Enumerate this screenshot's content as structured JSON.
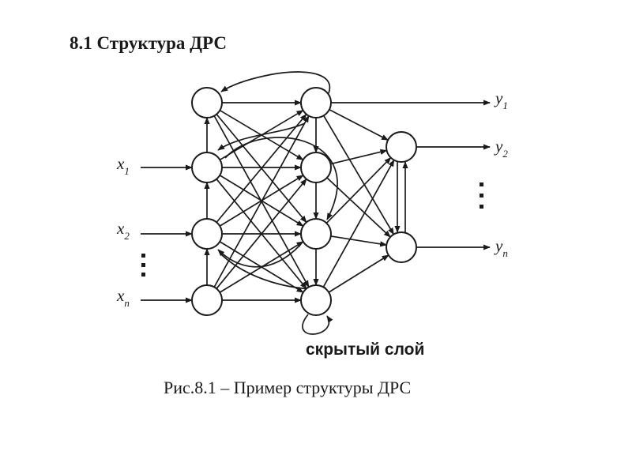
{
  "title": "8.1 Структура ДРС",
  "inputs": [
    {
      "base": "x",
      "sub": "1"
    },
    {
      "base": "x",
      "sub": "2"
    },
    {
      "base": "x",
      "sub": "n"
    }
  ],
  "outputs": [
    {
      "base": "y",
      "sub": "1"
    },
    {
      "base": "y",
      "sub": "2"
    },
    {
      "base": "y",
      "sub": "n"
    }
  ],
  "hidden_layer_label": "скрытый слой",
  "caption": "Рис.8.1 – Пример структуры ДРС"
}
